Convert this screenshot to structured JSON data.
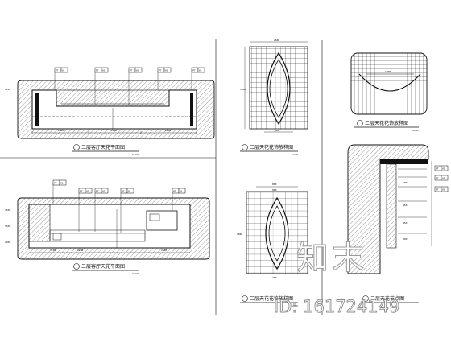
{
  "drawings": {
    "plan_1": {
      "caption": "二层客厅天花平面图",
      "scale": "SCALE",
      "dims": [
        "2600",
        "2100",
        "2600",
        "4200"
      ],
      "tags": [
        [
          "PT",
          "01"
        ],
        [
          "PT",
          "01"
        ],
        [
          "PT",
          "01"
        ],
        [
          "PT",
          "01"
        ],
        [
          "PT",
          "01"
        ]
      ]
    },
    "plan_2": {
      "caption": "二层客厅天花平面图",
      "scale": "SCALE",
      "dims": [
        "4500",
        "3500",
        "2900",
        "4200",
        "2600",
        "3100"
      ],
      "tags": [
        [
          "PT",
          "01"
        ],
        [
          "PT",
          "01"
        ],
        [
          "PT",
          "01"
        ],
        [
          "PT",
          "01"
        ],
        [
          "PT",
          "01"
        ]
      ]
    },
    "detail_1": {
      "caption": "二层天花花饰放样图",
      "scale": "SCALE",
      "dims": [
        "2600",
        "1800",
        "600"
      ]
    },
    "detail_2": {
      "caption": "二层天花花饰放样图",
      "scale": "SCALE",
      "dims": [
        "1900"
      ]
    },
    "detail_3": {
      "caption": "二层天花花饰放样图",
      "scale": "SCALE",
      "dims": [
        "800",
        "800",
        "1800",
        "200"
      ]
    },
    "section_1": {
      "caption": "二层天花节点图",
      "dims": [
        "600",
        "450",
        "450",
        "300"
      ],
      "tags": [
        [
          "PT",
          "01"
        ],
        [
          "PT",
          "01"
        ],
        [
          "PT",
          "01"
        ]
      ]
    }
  },
  "watermark": {
    "logo": "知末",
    "id": "ID: 161724149"
  },
  "colors": {
    "line": "#111111",
    "hatch": "#555555",
    "watermark_stroke": "#9a9a9a",
    "background": "#ffffff"
  }
}
